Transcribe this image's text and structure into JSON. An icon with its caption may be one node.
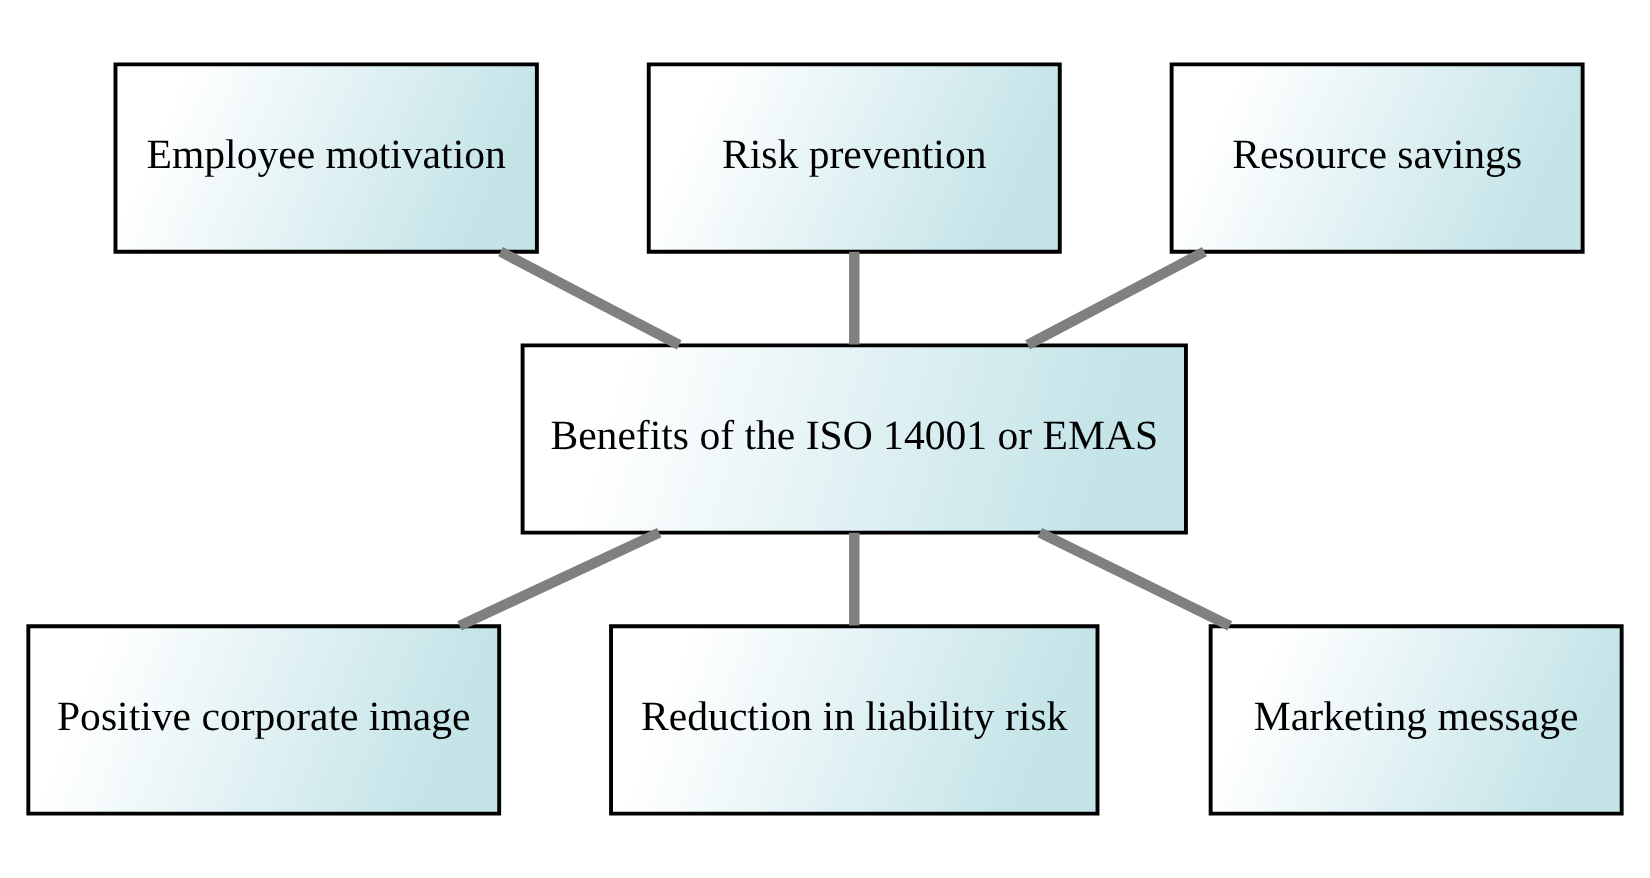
{
  "diagram": {
    "nodes": [
      {
        "text": [
          "Employee motivation"
        ]
      },
      {
        "text": [
          "Risk prevention"
        ]
      },
      {
        "text": [
          "Resource savings"
        ]
      },
      {
        "text": [
          "Benefits of the ISO 14001 or EMAS"
        ]
      },
      {
        "text": [
          "Positive corporate image"
        ]
      },
      {
        "text": [
          "Reduction in liability risk"
        ]
      },
      {
        "text": [
          "Marketing message"
        ]
      }
    ],
    "edges": [
      {
        "from": 1,
        "to": 3,
        "arrow": "none"
      },
      {
        "from": 0,
        "to": 3,
        "arrow": "none"
      },
      {
        "from": 2,
        "to": 3,
        "arrow": "none"
      },
      {
        "from": 3,
        "to": 4,
        "arrow": "none"
      },
      {
        "from": 3,
        "to": 6,
        "arrow": "none"
      },
      {
        "from": 3,
        "to": 5,
        "arrow": "none"
      }
    ]
  }
}
